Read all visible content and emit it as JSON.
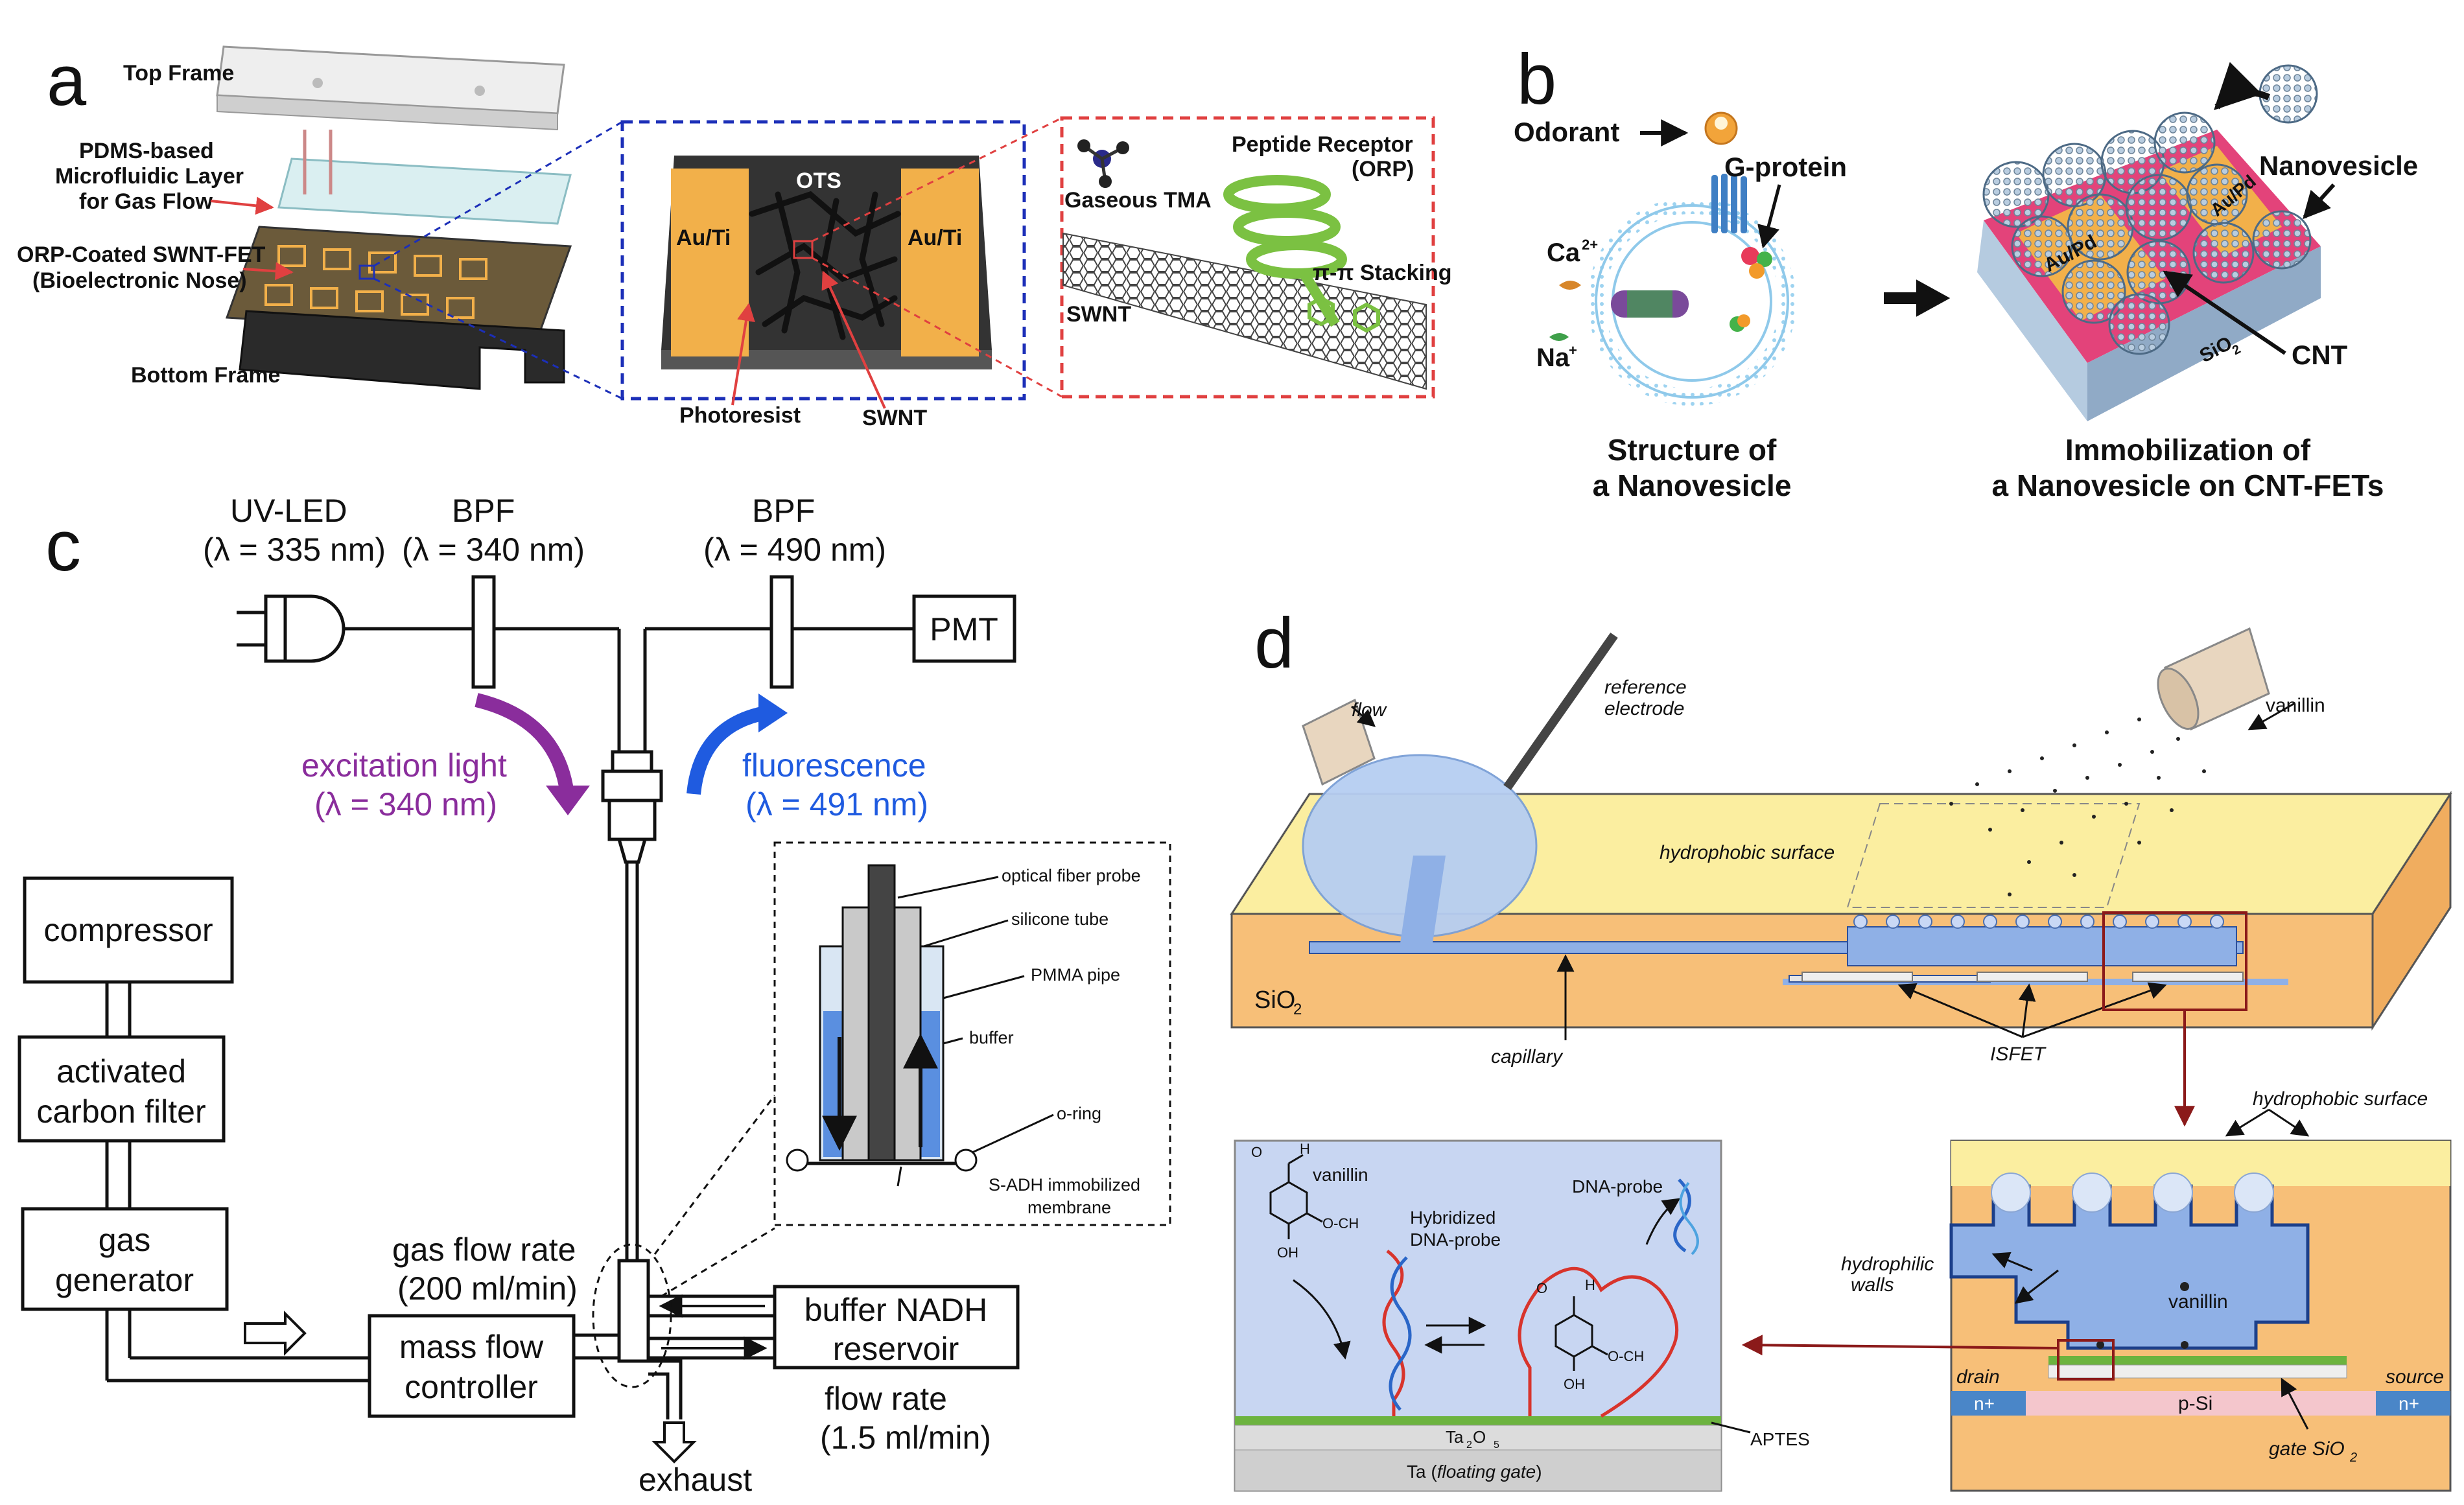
{
  "panels": {
    "a": "a",
    "b": "b",
    "c": "c",
    "d": "d"
  },
  "a": {
    "top_frame": "Top Frame",
    "pdms_line1": "PDMS-based",
    "pdms_line2": "Microfluidic Layer",
    "pdms_line3": "for Gas Flow",
    "orp_line1": "ORP-Coated SWNT-FET",
    "orp_line2": "(Bioelectronic Nose)",
    "bottom_frame": "Bottom Frame",
    "ots": "OTS",
    "au_ti_left": "Au/Ti",
    "au_ti_right": "Au/Ti",
    "photoresist": "Photoresist",
    "swnt_label": "SWNT",
    "gaseous_tma": "Gaseous TMA",
    "peptide_line1": "Peptide Receptor",
    "peptide_line2": "(ORP)",
    "pi_stacking": "π-π Stacking",
    "swnt_tube": "SWNT"
  },
  "b": {
    "odorant": "Odorant",
    "g_protein": "G-protein",
    "ca": "Ca",
    "ca_sup": "2+",
    "na": "Na",
    "na_sup": "+",
    "structure_line1": "Structure of",
    "structure_line2": "a Nanovesicle",
    "nanovesicle": "Nanovesicle",
    "au_pd_1": "Au/Pd",
    "au_pd_2": "Au/Pd",
    "sio2": "SiO",
    "sio2_sub": "2",
    "cnt": "CNT",
    "immob_line1": "Immobilization of",
    "immob_line2": "a Nanovesicle on CNT-FETs"
  },
  "c": {
    "uv_led": "UV-LED",
    "uv_led_wl": "(λ = 335 nm)",
    "bpf1": "BPF",
    "bpf1_wl": "(λ = 340 nm)",
    "bpf2": "BPF",
    "bpf2_wl": "(λ = 490 nm)",
    "pmt": "PMT",
    "excitation_line1": "excitation light",
    "excitation_line2": "(λ = 340 nm)",
    "fluor_line1": "fluorescence",
    "fluor_line2": "(λ = 491 nm)",
    "compressor": "compressor",
    "carbon_line1": "activated",
    "carbon_line2": "carbon filter",
    "gas_line1": "gas",
    "gas_line2": "generator",
    "gas_flow_line1": "gas flow rate",
    "gas_flow_line2": "(200 ml/min)",
    "mfc_line1": "mass flow",
    "mfc_line2": "controller",
    "buffer_line1": "buffer NADH",
    "buffer_line2": "reservoir",
    "flow_rate_line1": "flow rate",
    "flow_rate_line2": "(1.5 ml/min)",
    "exhaust": "exhaust",
    "probe": "optical fiber probe",
    "silicone": "silicone tube",
    "pmma": "PMMA pipe",
    "buffer": "buffer",
    "oring": "o-ring",
    "sadh_line1": "S-ADH immobilized",
    "sadh_line2": "membrane"
  },
  "d": {
    "flow": "flow",
    "ref_line1": "reference",
    "ref_line2": "electrode",
    "vanillin_top": "vanillin",
    "hydrophobic_surface": "hydrophobic surface",
    "sio2": "SiO",
    "sio2_sub": "2",
    "capillary": "capillary",
    "isfet": "ISFET",
    "hydrophobic_surface_2": "hydrophobic surface",
    "hydrophilic_line1": "hydrophilic",
    "hydrophilic_line2": "walls",
    "vanillin_mid": "vanillin",
    "drain": "drain",
    "source": "source",
    "n_plus_left": "n+",
    "n_plus_right": "n+",
    "p_si": "p-Si",
    "gate_sio2": "gate SiO",
    "gate_sio2_sub": "2",
    "vanillin_inset": "vanillin",
    "hybrid_line1": "Hybridized",
    "hybrid_line2": "DNA-probe",
    "dna_probe": "DNA-probe",
    "ta2o5": "Ta",
    "ta2o5_rest": "O",
    "ta_floating": "Ta (",
    "floating_gate": "floating gate",
    "ta_close": ")",
    "aptes": "APTES",
    "och3": "O-CH",
    "oh": "OH",
    "h": "H",
    "o": "O"
  },
  "colors": {
    "gold": "#f2b04a",
    "blue_dash": "#1c2fb8",
    "red_dash": "#e04040",
    "purple_arrow": "#8a2d9c",
    "blue_arrow": "#1f5be0",
    "buffer_blue": "#5a8fe0",
    "sio2_orange": "#f7bf78",
    "hydrophobic_yellow": "#fbeea0",
    "channel_blue": "#8fb0e6",
    "inset_blue": "#c8d6f2",
    "dark_red": "#8b1a1a",
    "green_layer": "#6cb33f",
    "spring_green": "#7bc142"
  }
}
